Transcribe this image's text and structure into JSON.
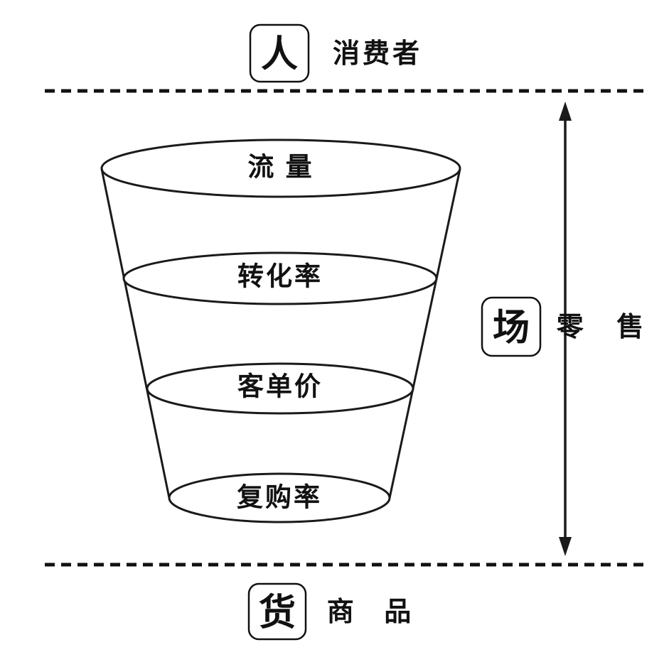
{
  "colors": {
    "ink": "#111111",
    "background": "#ffffff"
  },
  "top_section": {
    "box_label": "人",
    "side_label": "消费者"
  },
  "middle_section": {
    "box_label": "场",
    "side_label": "零 售"
  },
  "bottom_section": {
    "box_label": "货",
    "side_label": "商 品"
  },
  "funnel": {
    "levels": [
      {
        "label": "流 量"
      },
      {
        "label": "转化率"
      },
      {
        "label": "客单价"
      },
      {
        "label": "复购率"
      }
    ]
  }
}
